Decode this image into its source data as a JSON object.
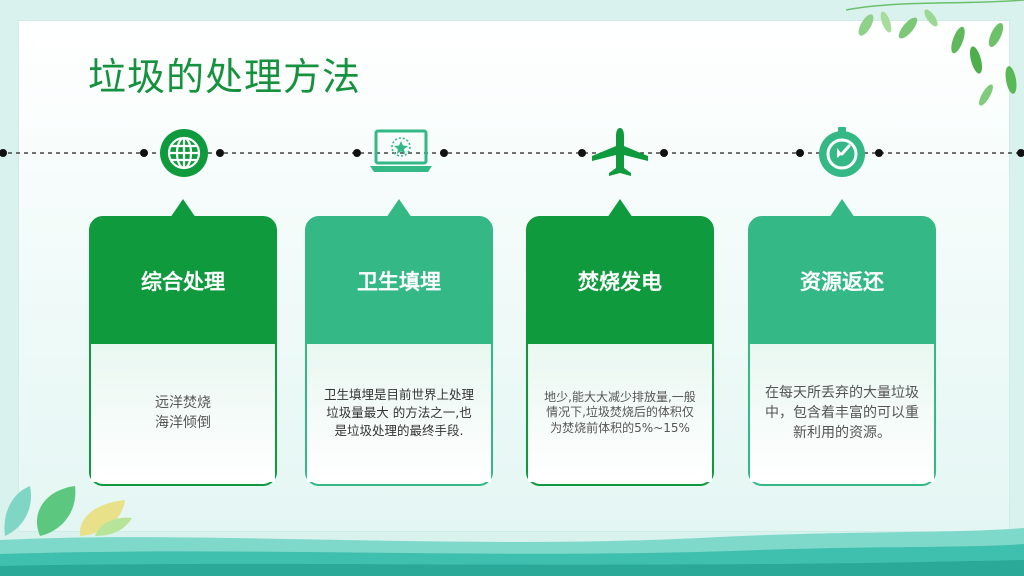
{
  "title": "垃圾的处理方法",
  "cards": [
    {
      "title": "综合处理",
      "text": "远洋焚烧\n海洋倾倒",
      "icon": "globe-icon"
    },
    {
      "title": "卫生填埋",
      "text": "卫生填埋是目前世界上处理垃圾量最大 的方法之一,也是垃圾处理的最终手段.",
      "icon": "laptop-icon"
    },
    {
      "title": "焚烧发电",
      "text": "地少,能大大减少排放量,一般情况下,垃圾焚烧后的体积仅为焚烧前体积的5%~15%",
      "icon": "airplane-icon"
    },
    {
      "title": "资源返还",
      "text": "在每天所丢弃的大量垃圾中，包含着丰富的可以重新利用的资源。",
      "icon": "timer-icon"
    }
  ],
  "colors": {
    "dark_green": "#0e9a3d",
    "light_green": "#33b886",
    "title_green": "#16923f"
  }
}
